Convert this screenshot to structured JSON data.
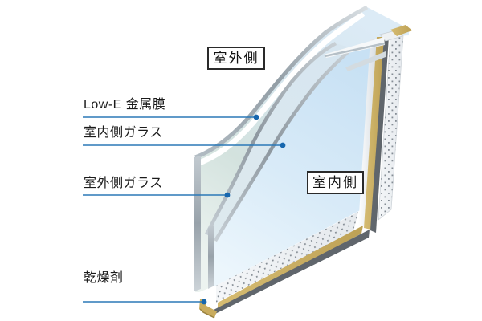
{
  "diagram": {
    "title_implicit": "Low-E pair glass structure",
    "side_labels": {
      "outdoor": "室外側",
      "indoor": "室内側"
    },
    "callouts": [
      {
        "id": "lowe-film",
        "label": "Low-E 金属膜"
      },
      {
        "id": "indoor-glass",
        "label": "室内側ガラス"
      },
      {
        "id": "outdoor-glass",
        "label": "室外側ガラス"
      },
      {
        "id": "desiccant",
        "label": "乾燥剤"
      }
    ],
    "colors": {
      "leader_line": "#2b79b7",
      "leader_dot": "#1767ae",
      "glass_blue": "#cfe6f7",
      "glass_teal": "#d5e5e1",
      "edge_silver": "#97a2aa",
      "sealant_tan": "#c4a960",
      "spacer_dark": "#60666c",
      "spacer_white": "#eef1f3",
      "box_border": "#2a2a2a",
      "text": "#1a1a1a"
    }
  }
}
